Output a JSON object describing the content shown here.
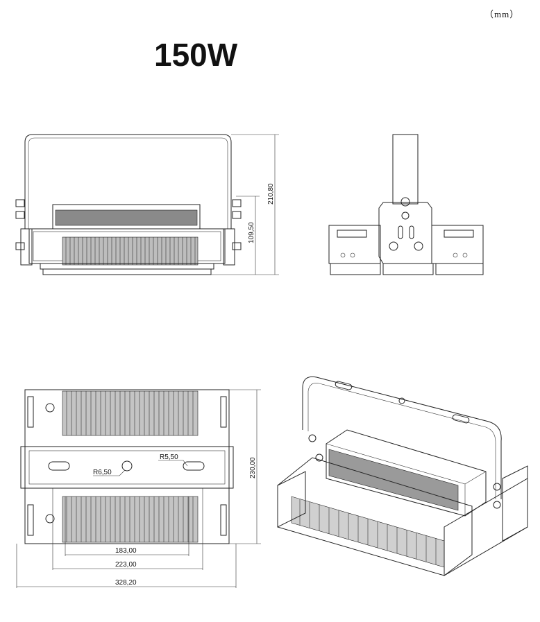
{
  "header": {
    "unit": "（mm）",
    "title": "150W"
  },
  "front_view": {
    "dim_height": "210,80",
    "dim_lower": "109,50"
  },
  "plan_view": {
    "dim_radius_large": "R6,50",
    "dim_radius_small": "R5,50",
    "dim_depth": "230,00",
    "dim_inner": "183,00",
    "dim_middle": "223,00",
    "dim_overall": "328,20"
  }
}
